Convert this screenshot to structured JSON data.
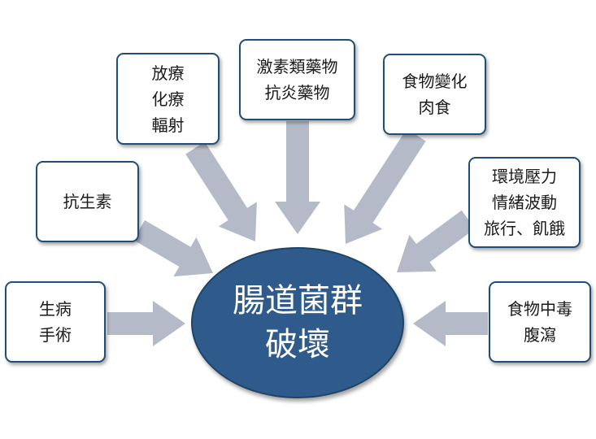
{
  "center": {
    "lines": [
      "腸道菌群",
      "破壞"
    ]
  },
  "causes": [
    {
      "id": "illness",
      "lines": [
        "生病",
        "手術"
      ]
    },
    {
      "id": "antibiotics",
      "lines": [
        "抗生素"
      ]
    },
    {
      "id": "therapy",
      "lines": [
        "放療",
        "化療",
        "輻射"
      ]
    },
    {
      "id": "drugs",
      "lines": [
        "激素類藥物",
        "抗炎藥物"
      ]
    },
    {
      "id": "diet",
      "lines": [
        "食物變化",
        "肉食"
      ]
    },
    {
      "id": "stress",
      "lines": [
        "環境壓力",
        "情緒波動",
        "旅行、飢餓"
      ]
    },
    {
      "id": "poisoning",
      "lines": [
        "食物中毒",
        "腹瀉"
      ]
    }
  ],
  "colors": {
    "box_border": "#1f4e79",
    "center_fill": "#2e5b8c",
    "arrow": "#b4bac8"
  }
}
